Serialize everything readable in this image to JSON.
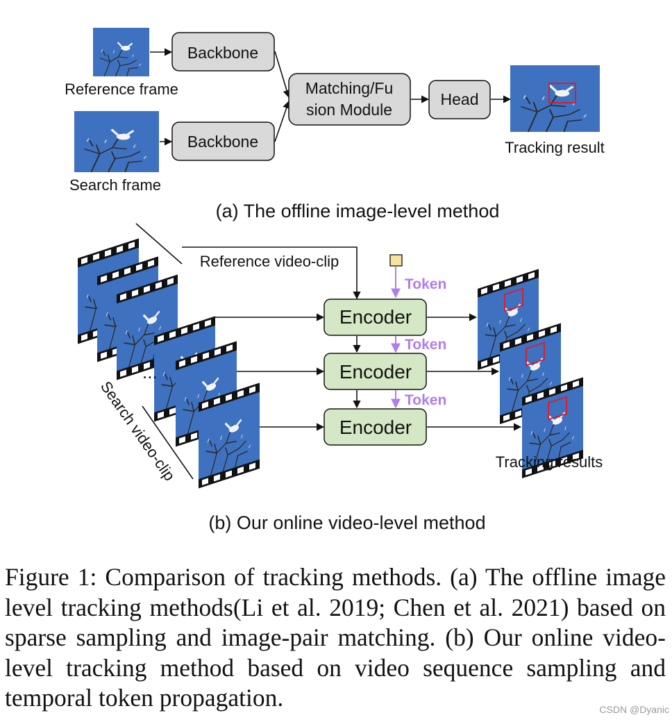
{
  "colors": {
    "sky": "#3e72c0",
    "node_gray": "#d9d9d9",
    "encoder_green": "#d5e8c5",
    "token_purple": "#b07df0",
    "token_square": "#f8e2a0",
    "bbox_red": "#d32030"
  },
  "part_a": {
    "reference_label": "Reference frame",
    "search_label": "Search frame",
    "backbone_top": "Backbone",
    "backbone_bottom": "Backbone",
    "matching_line1": "Matching/Fu",
    "matching_line2": "sion Module",
    "head": "Head",
    "tracking_result": "Tracking result",
    "subtitle": "(a) The offline image-level method"
  },
  "part_b": {
    "reference_clip": "Reference video-clip",
    "search_clip": "Search video-clip",
    "ellipsis": "...",
    "encoders": [
      "Encoder",
      "Encoder",
      "Encoder"
    ],
    "tokens": [
      "Token",
      "Token",
      "Token"
    ],
    "tracking_results": "Tracking results",
    "subtitle": "(b) Our online video-level method"
  },
  "caption": {
    "label": "Figure 1: ",
    "text": "Comparison of tracking methods. (a) The offline image level tracking methods(Li et al. 2019; Chen et al. 2021) based on sparse sampling and image-pair matching. (b) Our online video-level tracking method based on video sequence sampling and temporal token propagation."
  },
  "watermark": "CSDN @Dyanic"
}
